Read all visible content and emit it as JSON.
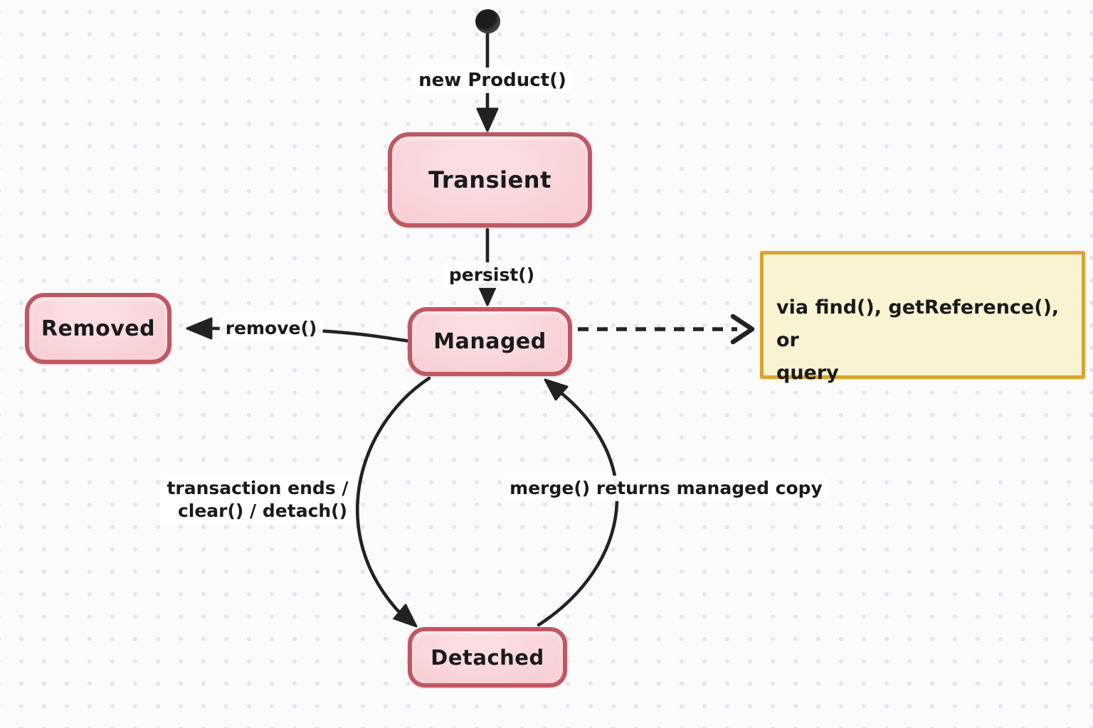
{
  "diagram_type": "state-diagram",
  "states": {
    "transient": "Transient",
    "managed": "Managed",
    "removed": "Removed",
    "detached": "Detached"
  },
  "transitions": {
    "new_product": "new Product()",
    "persist": "persist()",
    "remove": "remove()",
    "transaction_line1": "transaction ends /",
    "transaction_line2": "clear() / detach()",
    "merge": "merge() returns managed copy"
  },
  "note": {
    "line1": "via find(), getReference(), or",
    "line2": "query"
  },
  "edges": [
    {
      "from": "start",
      "to": "transient",
      "label": "new Product()",
      "style": "solid"
    },
    {
      "from": "transient",
      "to": "managed",
      "label": "persist()",
      "style": "solid"
    },
    {
      "from": "managed",
      "to": "removed",
      "label": "remove()",
      "style": "solid"
    },
    {
      "from": "managed",
      "to": "note",
      "label": "",
      "style": "dashed"
    },
    {
      "from": "managed",
      "to": "detached",
      "label": "transaction ends / clear() / detach()",
      "style": "solid"
    },
    {
      "from": "detached",
      "to": "managed",
      "label": "merge() returns managed copy",
      "style": "solid"
    }
  ],
  "colors": {
    "background": "#fcfbfc",
    "grid_dot": "#e7e5f1",
    "state_fill": "#f8d0d5",
    "state_fill_light": "#fadde1",
    "state_border": "#bf5862",
    "note_fill": "#faf3d2",
    "note_border": "#d9a42e",
    "arrow": "#222222",
    "text": "#1a1a1a"
  }
}
